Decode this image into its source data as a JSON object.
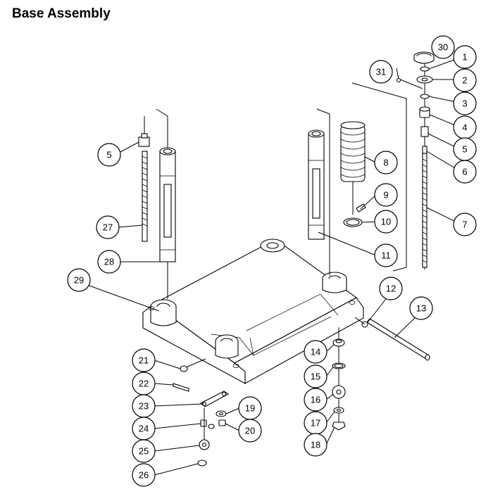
{
  "title": "Base Assembly",
  "callouts": [
    {
      "id": "c1",
      "label": "1"
    },
    {
      "id": "c2",
      "label": "2"
    },
    {
      "id": "c3",
      "label": "3"
    },
    {
      "id": "c4",
      "label": "4"
    },
    {
      "id": "c5a",
      "label": "5"
    },
    {
      "id": "c5b",
      "label": "5"
    },
    {
      "id": "c6",
      "label": "6"
    },
    {
      "id": "c7",
      "label": "7"
    },
    {
      "id": "c8",
      "label": "8"
    },
    {
      "id": "c9",
      "label": "9"
    },
    {
      "id": "c10",
      "label": "10"
    },
    {
      "id": "c11",
      "label": "11"
    },
    {
      "id": "c12",
      "label": "12"
    },
    {
      "id": "c13",
      "label": "13"
    },
    {
      "id": "c14",
      "label": "14"
    },
    {
      "id": "c15",
      "label": "15"
    },
    {
      "id": "c16",
      "label": "16"
    },
    {
      "id": "c17",
      "label": "17"
    },
    {
      "id": "c18",
      "label": "18"
    },
    {
      "id": "c19",
      "label": "19"
    },
    {
      "id": "c20",
      "label": "20"
    },
    {
      "id": "c21",
      "label": "21"
    },
    {
      "id": "c22",
      "label": "22"
    },
    {
      "id": "c23",
      "label": "23"
    },
    {
      "id": "c24",
      "label": "24"
    },
    {
      "id": "c25",
      "label": "25"
    },
    {
      "id": "c26",
      "label": "26"
    },
    {
      "id": "c27",
      "label": "27"
    },
    {
      "id": "c28",
      "label": "28"
    },
    {
      "id": "c29",
      "label": "29"
    },
    {
      "id": "c30",
      "label": "30"
    },
    {
      "id": "c31",
      "label": "31"
    }
  ]
}
